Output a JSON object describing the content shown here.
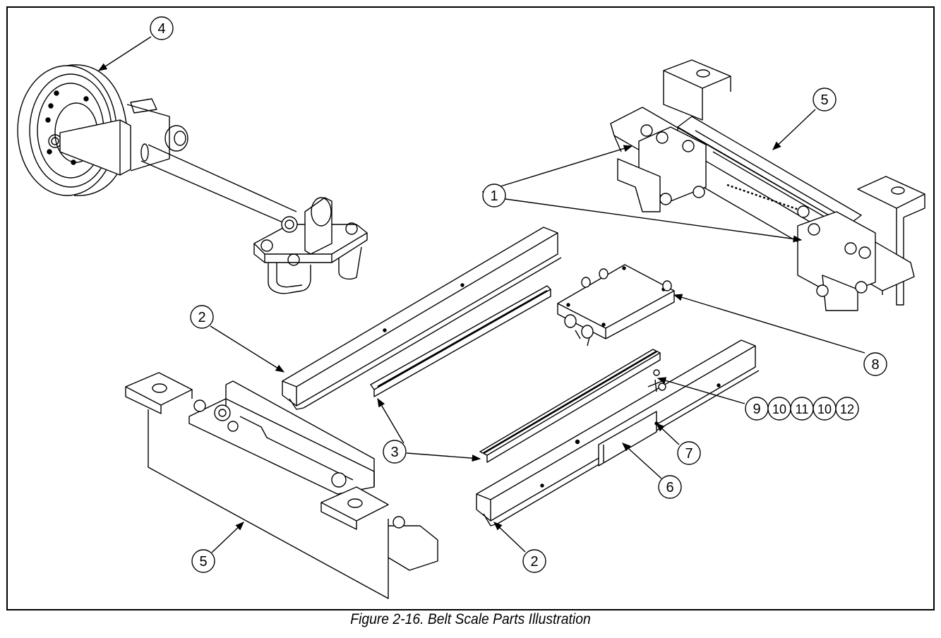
{
  "figure": {
    "caption": "Figure 2-16. Belt Scale Parts Illustration"
  },
  "callouts": {
    "c1": "1",
    "c2a": "2",
    "c2b": "2",
    "c3": "3",
    "c4": "4",
    "c5a": "5",
    "c5b": "5",
    "c6": "6",
    "c7": "7",
    "c8": "8",
    "c9": "9",
    "c10a": "10",
    "c11": "11",
    "c10b": "10",
    "c12": "12"
  }
}
